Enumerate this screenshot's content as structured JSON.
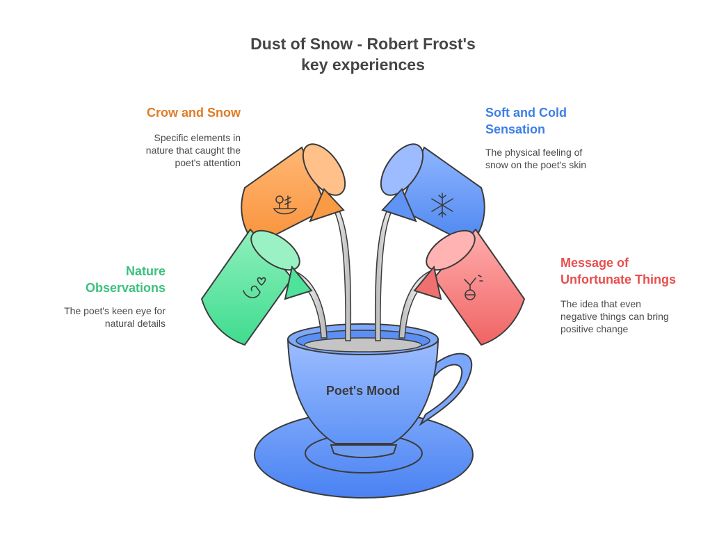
{
  "title": {
    "line1": "Dust of Snow - Robert Frost's",
    "line2": "key experiences"
  },
  "cup": {
    "label": "Poet's Mood",
    "color": "#6f9cf3"
  },
  "items": [
    {
      "id": "crow-and-snow",
      "heading": "Crow and Snow",
      "heading_lines": [
        "Crow and Snow"
      ],
      "description_lines": [
        "Specific elements in",
        "nature that caught the",
        "poet's attention"
      ],
      "color": "#e07b25",
      "icon": "crow-nest-icon"
    },
    {
      "id": "soft-and-cold",
      "heading": "Soft and Cold Sensation",
      "heading_lines": [
        "Soft and Cold",
        "Sensation"
      ],
      "description_lines": [
        "The physical feeling of",
        "snow on the poet's skin"
      ],
      "color": "#3d7fe6",
      "icon": "snowflake-icon"
    },
    {
      "id": "nature-observations",
      "heading": "Nature Observations",
      "heading_lines": [
        "Nature",
        "Observations"
      ],
      "description_lines": [
        "The poet's keen eye for",
        "natural details"
      ],
      "color": "#3cc07e",
      "icon": "bird-heart-icon"
    },
    {
      "id": "unfortunate-things",
      "heading": "Message of Unfortunate Things",
      "heading_lines": [
        "Message of",
        "Unfortunate Things"
      ],
      "description_lines": [
        "The idea that even",
        "negative things can bring",
        "positive change"
      ],
      "color": "#e84e4e",
      "icon": "growth-icon"
    }
  ]
}
